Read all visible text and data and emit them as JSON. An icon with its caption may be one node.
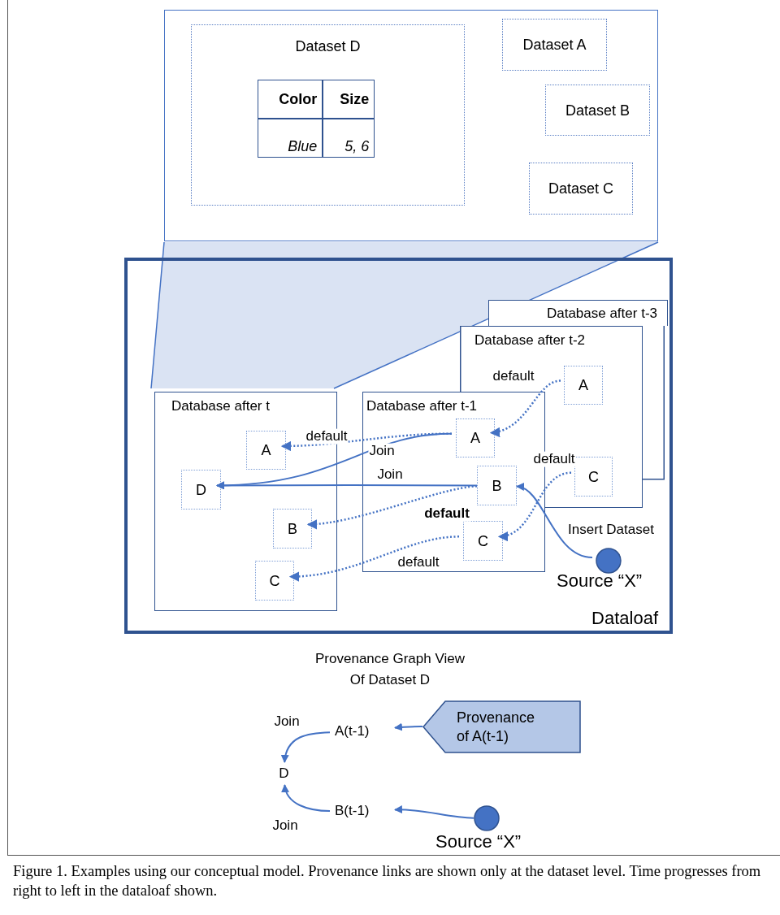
{
  "diagram": {
    "caption": "Figure 1. Examples using our conceptual model. Provenance links are shown only at the dataset level. Time progresses from right to left in the dataloaf shown.",
    "nodes": [
      {
        "text": [],
        "shape": "box"
      },
      {
        "text": [
          "Dataset D"
        ],
        "in": 0
      },
      {
        "text": [
          "Dataset A"
        ],
        "in": 0
      },
      {
        "text": [
          "Dataset B"
        ],
        "in": 0
      },
      {
        "text": [
          "Dataset C"
        ],
        "in": 0
      },
      {
        "text": [
          "Dataloaf"
        ]
      },
      {
        "text": [
          "Database after t-3"
        ],
        "in": 5
      },
      {
        "text": [
          "Database after t-2"
        ],
        "in": 5
      },
      {
        "text": [
          "A"
        ],
        "in": 7
      },
      {
        "text": [
          "C"
        ],
        "in": 7
      },
      {
        "text": [
          "Database after t-1"
        ],
        "in": 5
      },
      {
        "text": [
          "A"
        ],
        "in": 10
      },
      {
        "text": [
          "B"
        ]
      },
      {
        "text": [
          "C"
        ],
        "in": 10
      },
      {
        "text": [
          "Database after t"
        ],
        "in": 5
      },
      {
        "text": [
          "A"
        ],
        "in": 14
      },
      {
        "text": [
          "D"
        ],
        "in": 14
      },
      {
        "text": [
          "B"
        ],
        "in": 14
      },
      {
        "text": [
          "C"
        ],
        "in": 14
      },
      {
        "text": [],
        "shape": "circle",
        "beside": [
          "Source “X”"
        ],
        "in": 5
      },
      {
        "text": [
          "A(t-1)"
        ]
      },
      {
        "text": [
          "D"
        ]
      },
      {
        "text": [
          "B(t-1)"
        ]
      },
      {
        "text": [
          "Provenance of A(t-1)"
        ]
      },
      {
        "text": [],
        "shape": "circle",
        "beside": [
          "Source “X”"
        ]
      }
    ],
    "edges": [
      {
        "from": 8,
        "to": 11,
        "arrow": "to",
        "label": "default",
        "style": "dashed"
      },
      {
        "from": 11,
        "to": 15,
        "arrow": "to",
        "label": "default",
        "style": "dashed"
      },
      {
        "from": 11,
        "to": 16,
        "arrow": "to",
        "label": "Join"
      },
      {
        "from": 12,
        "to": 16,
        "arrow": "to",
        "label": "Join"
      },
      {
        "from": 12,
        "to": 17,
        "arrow": "to",
        "label": "default",
        "style": "dashed"
      },
      {
        "from": 13,
        "to": 18,
        "arrow": "to",
        "label": "default",
        "style": "dashed"
      },
      {
        "from": 9,
        "to": 13,
        "arrow": "to",
        "label": "default",
        "style": "dashed"
      },
      {
        "from": 19,
        "to": 12,
        "arrow": "to",
        "label": "Insert Dataset"
      },
      {
        "from": 20,
        "to": 21,
        "arrow": "to",
        "label": "Join"
      },
      {
        "from": 22,
        "to": 21,
        "arrow": "to",
        "label": "Join"
      },
      {
        "from": 23,
        "to": 20,
        "arrow": "to"
      },
      {
        "from": 24,
        "to": 22,
        "arrow": "to"
      }
    ],
    "labels": [
      "Color",
      "Size",
      "Blue",
      "5, 6",
      "Provenance Graph View Of Dataset D"
    ]
  }
}
